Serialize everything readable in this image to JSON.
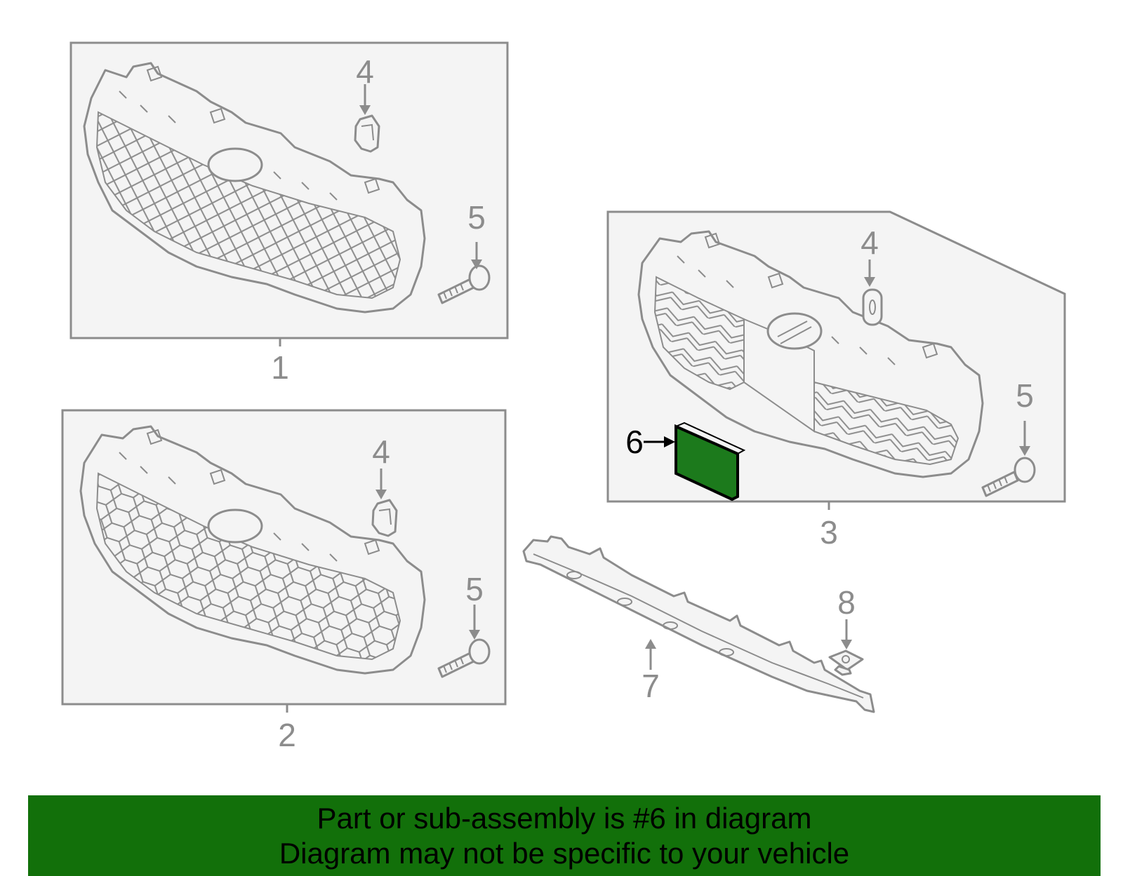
{
  "callouts": {
    "c1": "1",
    "c2": "2",
    "c3": "3",
    "c4a": "4",
    "c4b": "4",
    "c4c": "4",
    "c5a": "5",
    "c5b": "5",
    "c5c": "5",
    "c6": "6",
    "c7": "7",
    "c8": "8"
  },
  "highlighted_part": "6",
  "colors": {
    "highlight": "#1c7a1c",
    "banner": "#12700a",
    "line_art": "#8c8c8c"
  },
  "banner": {
    "line1": "Part or sub-assembly is #6 in diagram",
    "line2": "Diagram may not be specific to your vehicle"
  }
}
